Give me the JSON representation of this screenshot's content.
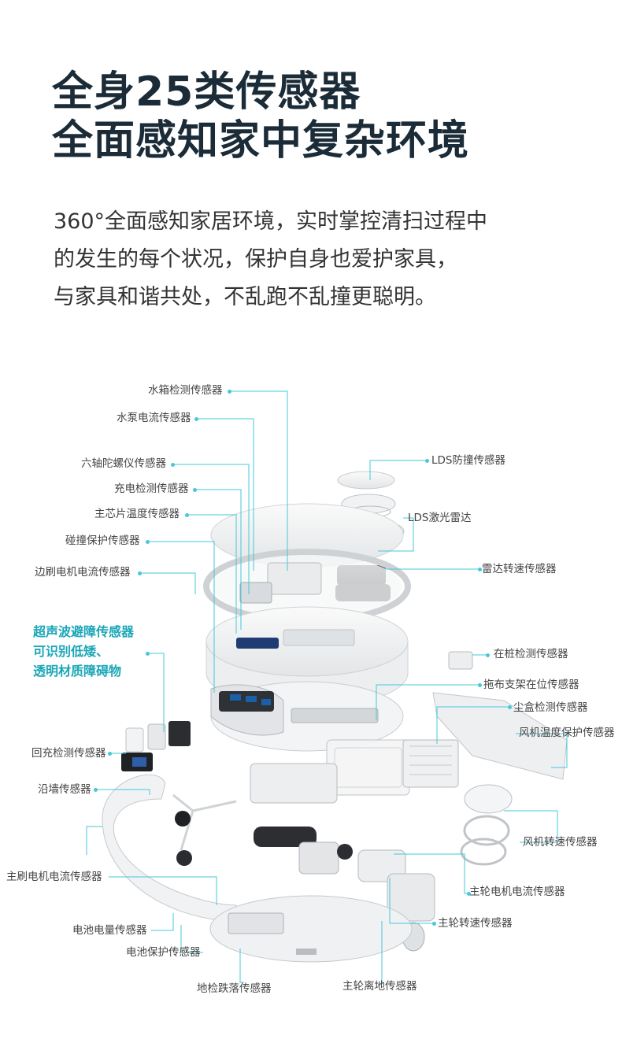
{
  "headline": {
    "line1": "全身25类传感器",
    "line2": "全面感知家中复杂环境"
  },
  "description": {
    "line1": "360°全面感知家居环境，实时掌控清扫过程中",
    "line2": "的发生的每个状况，保护自身也爱护家具，",
    "line3": "与家具和谐共处，不乱跑不乱撞更聪明。"
  },
  "colors": {
    "headline": "#1b2c38",
    "accent": "#1aa6b7",
    "leader_line": "#46c8d9"
  },
  "sensors": {
    "water_tank": "水箱检测传感器",
    "pump_current": "水泵电流传感器",
    "gyro": "六轴陀螺仪传感器",
    "charge_detect": "充电检测传感器",
    "chip_temp": "主芯片温度传感器",
    "bump_protect": "碰撞保护传感器",
    "side_brush_current": "边刷电机电流传感器",
    "ultrasonic": {
      "line1": "超声波避障传感器",
      "line2": "可识别低矮、",
      "line3": "透明材质障碍物"
    },
    "recharge_detect": "回充检测传感器",
    "wall_follow": "沿墙传感器",
    "main_brush_current": "主刷电机电流传感器",
    "battery_level": "电池电量传感器",
    "battery_protect": "电池保护传感器",
    "cliff": "地检跌落传感器",
    "lds_bump": "LDS防撞传感器",
    "lds_radar": "LDS激光雷达",
    "radar_speed": "雷达转速传感器",
    "dock_detect": "在桩检测传感器",
    "mop_holder": "拖布支架在位传感器",
    "dustbin_detect": "尘盒检测传感器",
    "fan_temp": "风机温度保护传感器",
    "fan_speed": "风机转速传感器",
    "wheel_current": "主轮电机电流传感器",
    "wheel_speed": "主轮转速传感器",
    "wheel_drop": "主轮离地传感器"
  }
}
